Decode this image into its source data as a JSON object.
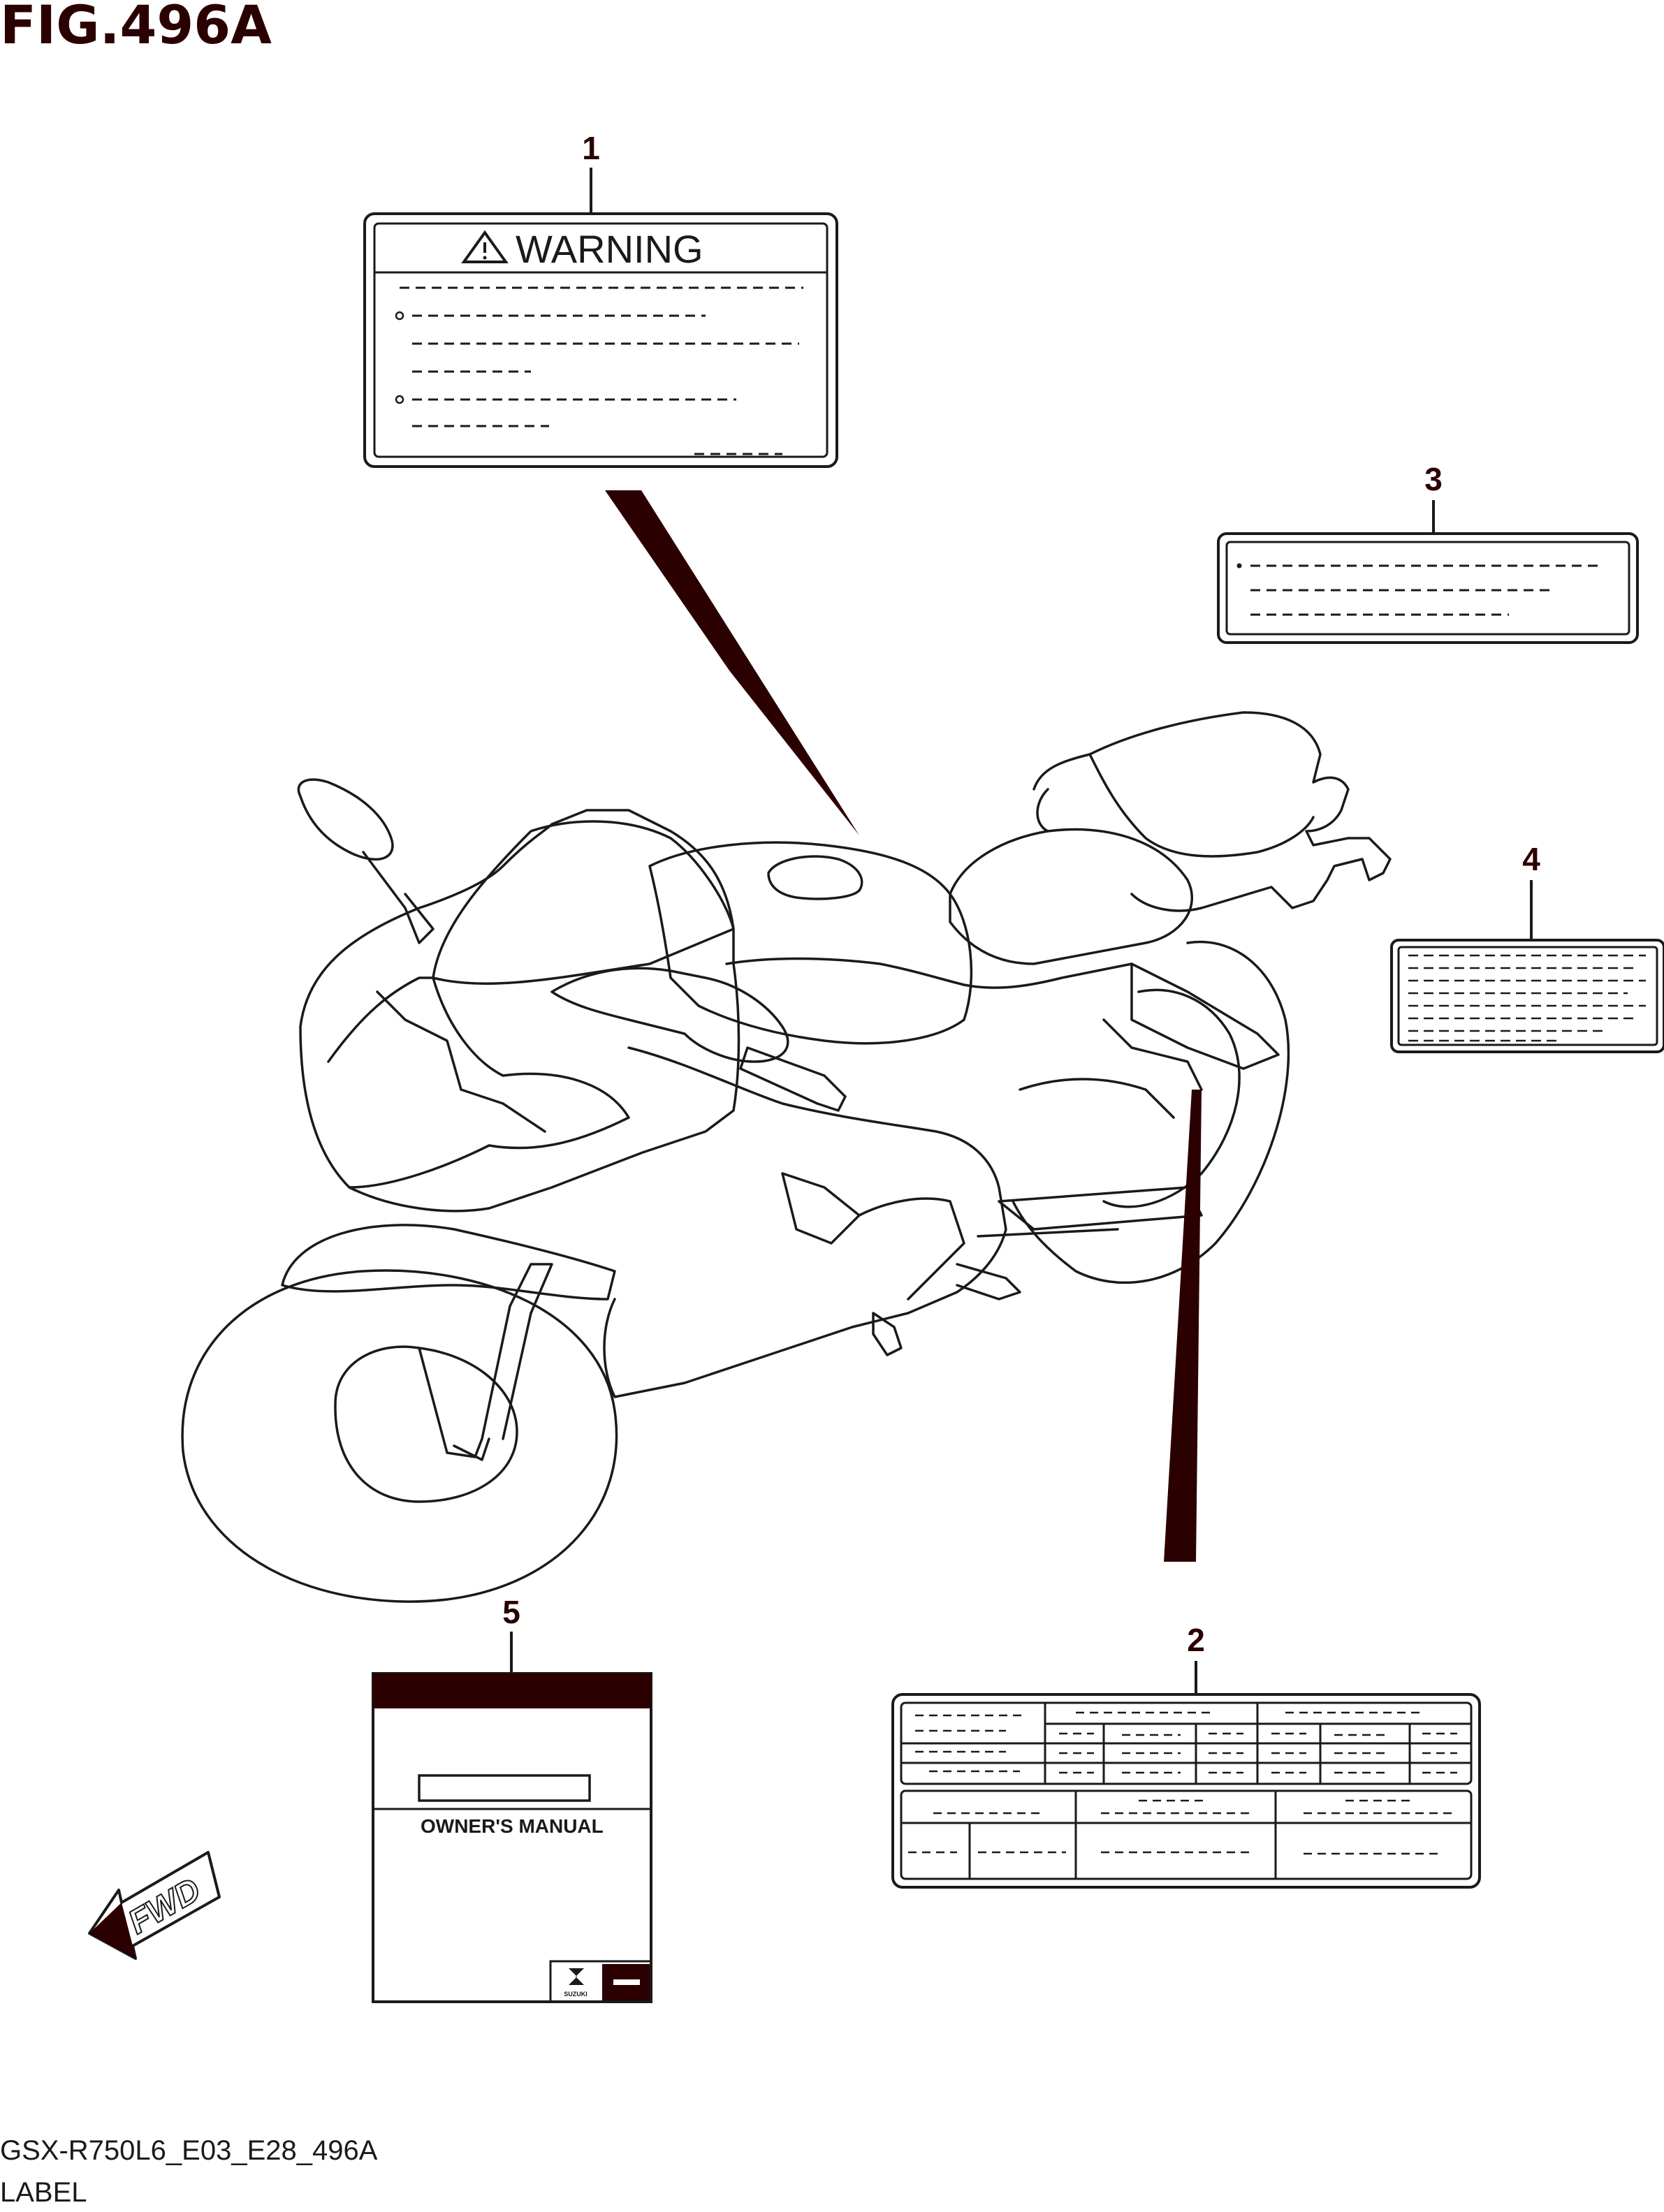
{
  "figure": {
    "title": "FIG.496A",
    "model_code": "GSX-R750L6_E03_E28_496A",
    "section": "LABEL"
  },
  "callouts": [
    "1",
    "2",
    "3",
    "4",
    "5"
  ],
  "parts": {
    "warning_label": {
      "number": "1",
      "heading": "WARNING"
    },
    "info_label_table": {
      "number": "2"
    },
    "caution_label": {
      "number": "3"
    },
    "info_label": {
      "number": "4"
    },
    "owners_manual": {
      "number": "5",
      "title": "OWNER'S MANUAL",
      "brand": "SUZUKI"
    }
  },
  "direction_marker": {
    "text": "FWD"
  },
  "colors": {
    "ink": "#2b0000",
    "line": "#1a1a1a",
    "background": "#ffffff"
  }
}
